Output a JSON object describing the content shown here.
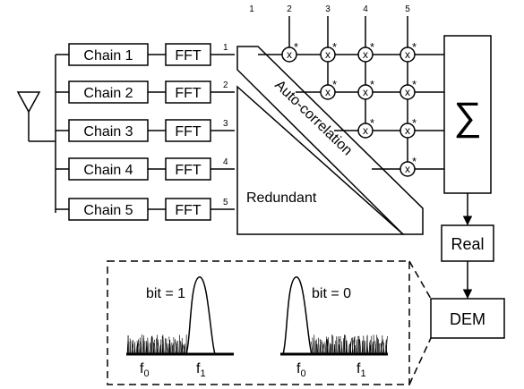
{
  "antenna": {
    "icon": "antenna-icon"
  },
  "chains": [
    {
      "label": "Chain 1",
      "fft": "FFT",
      "index": "1"
    },
    {
      "label": "Chain 2",
      "fft": "FFT",
      "index": "2"
    },
    {
      "label": "Chain 3",
      "fft": "FFT",
      "index": "3"
    },
    {
      "label": "Chain 4",
      "fft": "FFT",
      "index": "4"
    },
    {
      "label": "Chain 5",
      "fft": "FFT",
      "index": "5"
    }
  ],
  "column_indices": [
    "1",
    "2",
    "3",
    "4",
    "5"
  ],
  "multiplier": {
    "symbol": "x",
    "conj": "*"
  },
  "triangle": {
    "redundant_label": "Redundant",
    "diagonal_label": "Auto-correlation"
  },
  "sum_block": {
    "symbol": "∑"
  },
  "real_block": {
    "label": "Real"
  },
  "dem_block": {
    "label": "DEM"
  },
  "inset": {
    "left_panel": {
      "bit_label": "bit = 1",
      "f_left": "f",
      "f_left_sub": "0",
      "f_right": "f",
      "f_right_sub": "1"
    },
    "right_panel": {
      "bit_label": "bit = 0",
      "f_left": "f",
      "f_left_sub": "0",
      "f_right": "f",
      "f_right_sub": "1"
    }
  }
}
